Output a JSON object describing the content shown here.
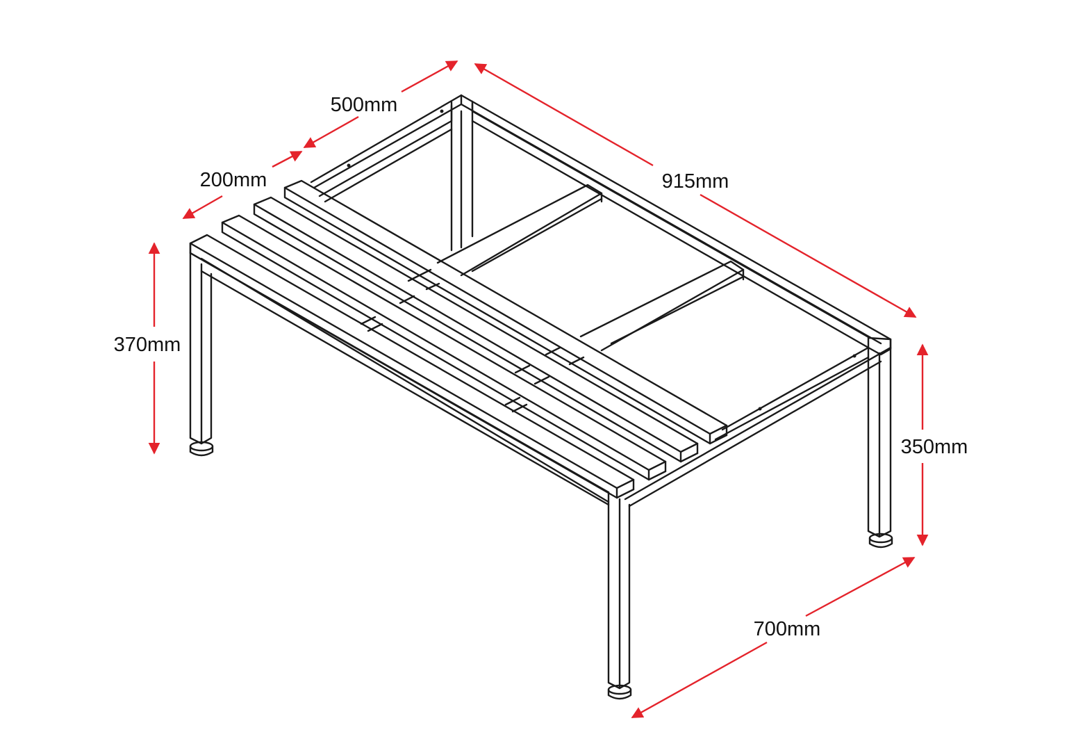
{
  "colors": {
    "dimension": "#e4232b",
    "outline": "#1a1a1a",
    "background": "#ffffff"
  },
  "dimensions": {
    "depth_top": "500mm",
    "seat_depth": "200mm",
    "length": "915mm",
    "seat_height": "370mm",
    "frame_height": "350mm",
    "width": "700mm"
  }
}
